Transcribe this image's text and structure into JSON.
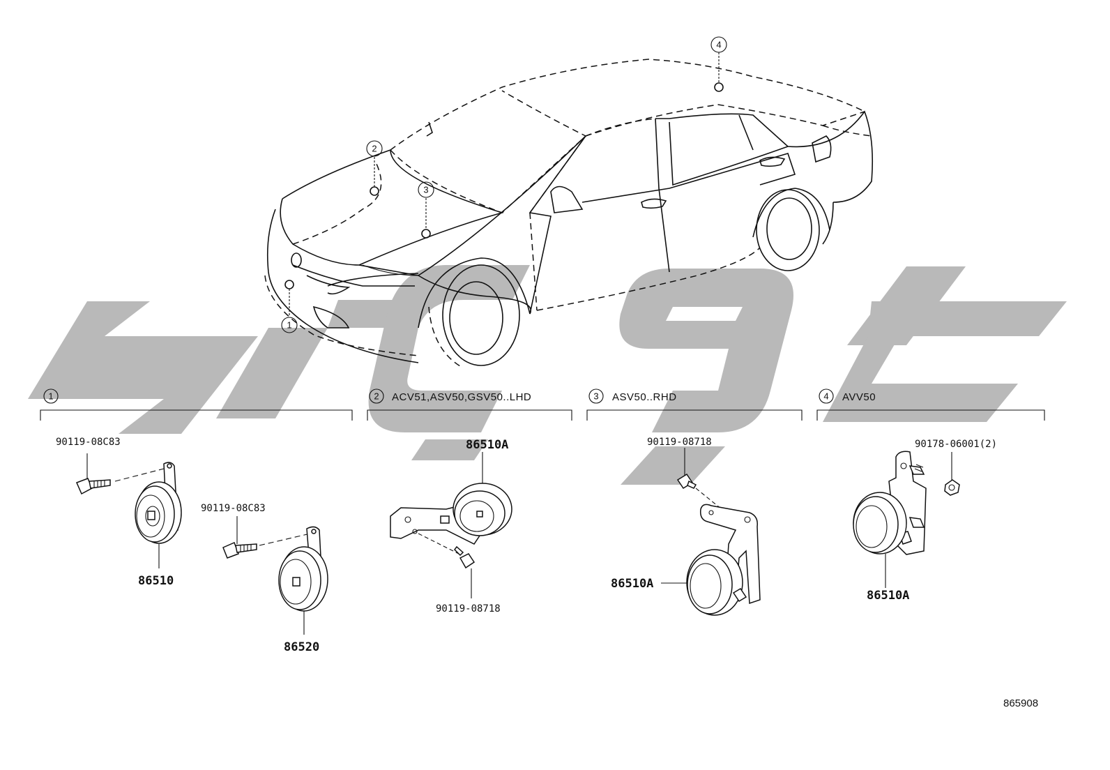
{
  "diagram": {
    "reference_code": "865908",
    "locations": [
      "1",
      "2",
      "3",
      "4"
    ],
    "sections": [
      {
        "id": "1",
        "label": "",
        "parts": [
          {
            "number": "90119-08C83"
          },
          {
            "number": "86510"
          },
          {
            "number": "90119-08C83"
          },
          {
            "number": "86520"
          }
        ]
      },
      {
        "id": "2",
        "label": "ACV51,ASV50,GSV50..LHD",
        "parts": [
          {
            "number": "86510A"
          },
          {
            "number": "90119-08718"
          }
        ]
      },
      {
        "id": "3",
        "label": "ASV50..RHD",
        "parts": [
          {
            "number": "90119-08718"
          },
          {
            "number": "86510A"
          }
        ]
      },
      {
        "id": "4",
        "label": "AVV50",
        "parts": [
          {
            "number": "90178-06001(2)"
          },
          {
            "number": "86510A"
          }
        ]
      }
    ]
  },
  "colors": {
    "line": "#111111",
    "watermark": "#b9b9b9",
    "background": "#ffffff"
  }
}
